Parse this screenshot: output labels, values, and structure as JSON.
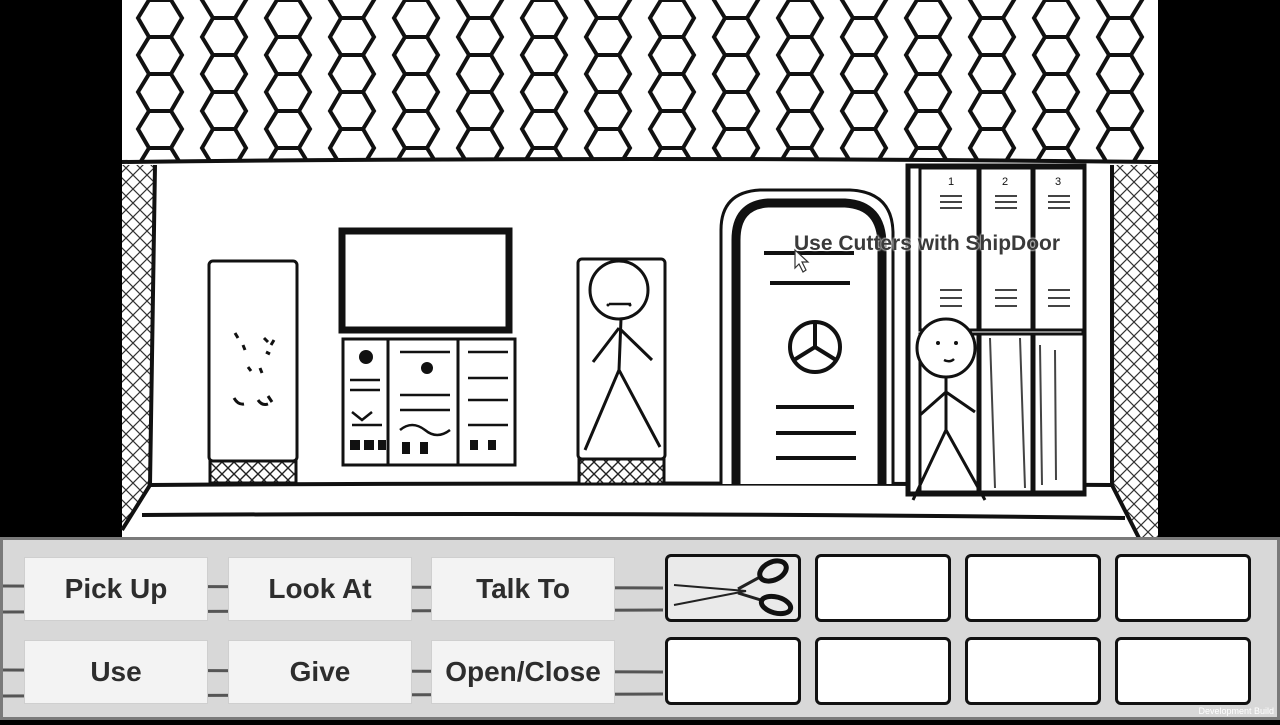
{
  "game": {
    "action_line": "Use Cutters with ShipDoor",
    "dev_build_label": "Development Build",
    "cursor_icon": "arrow-cursor-icon"
  },
  "room": {
    "locker_numbers": [
      "1",
      "2",
      "3"
    ],
    "door_icon": "ship-wheel-icon"
  },
  "verbs": [
    {
      "label": "Pick Up"
    },
    {
      "label": "Look At"
    },
    {
      "label": "Talk To"
    },
    {
      "label": "Use"
    },
    {
      "label": "Give"
    },
    {
      "label": "Open/Close"
    }
  ],
  "inventory": {
    "slots": [
      {
        "item": "Cutters",
        "icon": "wire-cutters-icon",
        "selected": true
      },
      {
        "item": ""
      },
      {
        "item": ""
      },
      {
        "item": ""
      },
      {
        "item": ""
      },
      {
        "item": ""
      },
      {
        "item": ""
      },
      {
        "item": ""
      }
    ]
  },
  "colors": {
    "ink": "#111111",
    "paper": "#ffffff",
    "hud_bg": "#d8d8d8",
    "button_bg": "#f3f3f3",
    "button_text": "#2d2d2d"
  }
}
